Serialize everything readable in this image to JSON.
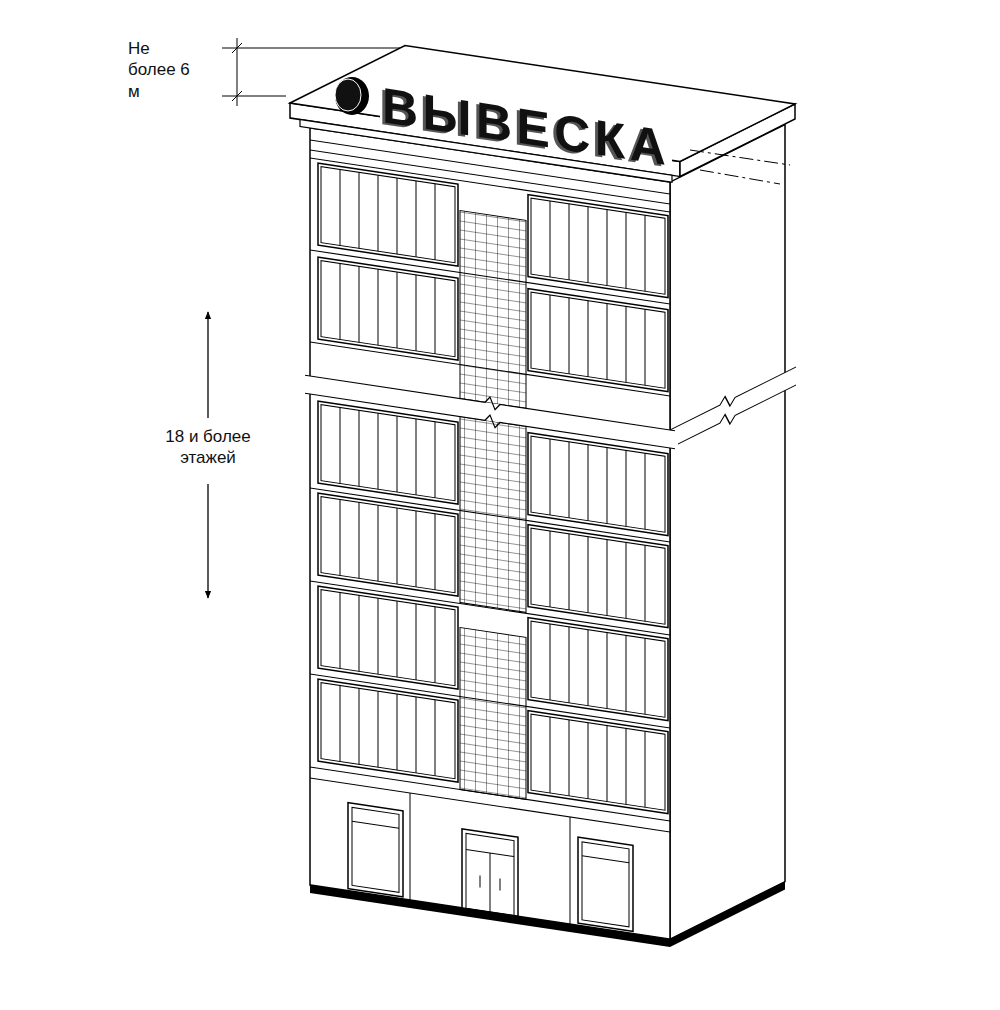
{
  "diagram": {
    "labels": [
      "Не более 6 м",
      "ВЫВЕСКА",
      "18 и более этажей"
    ]
  }
}
